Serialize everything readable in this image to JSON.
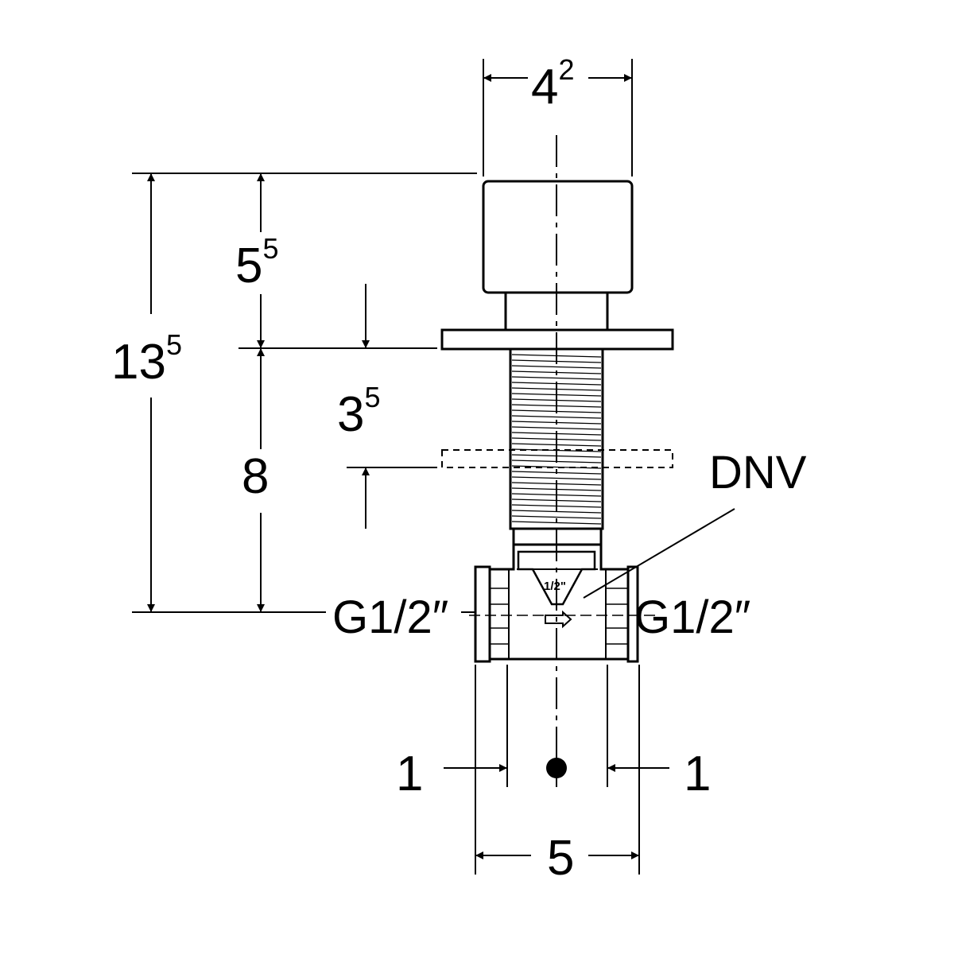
{
  "dimensions": {
    "top_width": {
      "base": "4",
      "sup": "2"
    },
    "knob_height": {
      "base": "5",
      "sup": "5"
    },
    "total_height": {
      "base": "13",
      "sup": "5"
    },
    "stem_length": {
      "base": "8"
    },
    "adjust_range": {
      "base": "3",
      "sup": "5"
    },
    "left_offset": {
      "base": "1"
    },
    "right_offset": {
      "base": "1"
    },
    "body_width": {
      "base": "5"
    }
  },
  "labels": {
    "dnv": "DNV",
    "thread_left": "G1/2″",
    "thread_right": "G1/2″",
    "body_marking": "1/2\""
  }
}
